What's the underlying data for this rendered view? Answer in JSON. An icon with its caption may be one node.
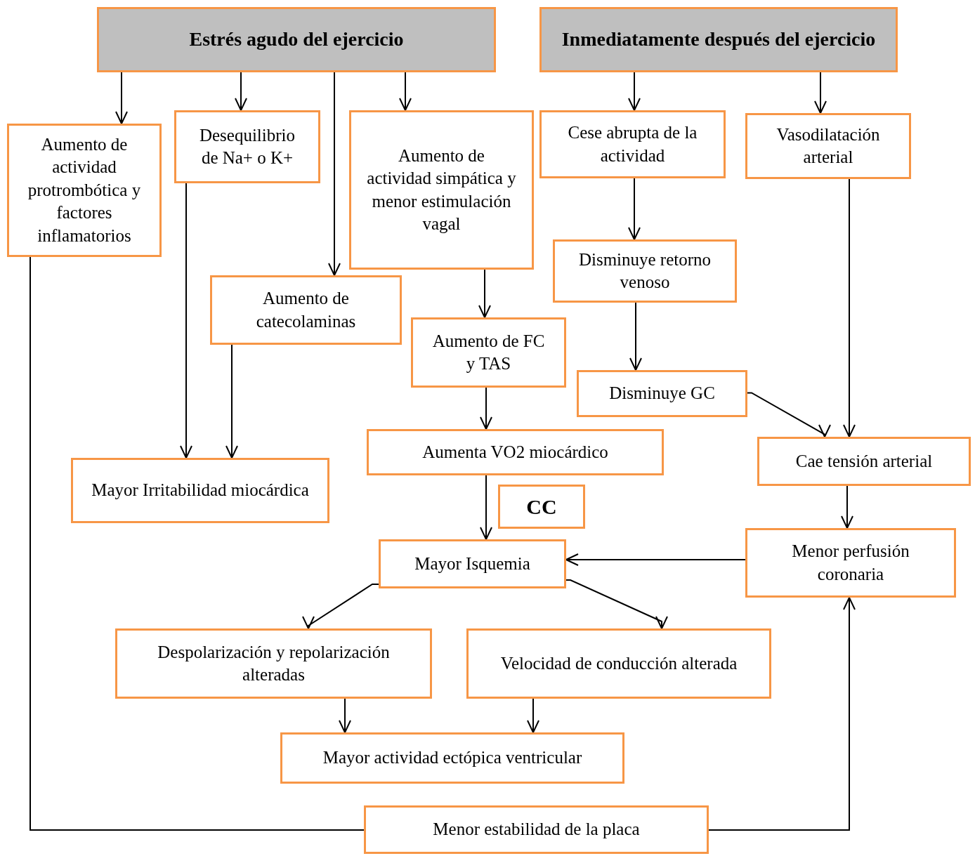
{
  "diagram": {
    "nodes": [
      {
        "text": [
          "Estrés agudo del ejercicio"
        ]
      },
      {
        "text": [
          "Inmediatamente después del ejercicio"
        ]
      },
      {
        "text": [
          "Aumento de actividad protrombótica y factores inflamatorios"
        ]
      },
      {
        "text": [
          "Desequilibrio de Na+ o K+"
        ]
      },
      {
        "text": [
          "Aumento de actividad simpática y menor estimulación vagal"
        ]
      },
      {
        "text": [
          "Cese abrupta de la actividad"
        ]
      },
      {
        "text": [
          "Vasodilatación arterial"
        ]
      },
      {
        "text": [
          "Aumento de catecolaminas"
        ]
      },
      {
        "text": [
          "Disminuye retorno venoso"
        ]
      },
      {
        "text": [
          "Aumento de FC y TAS"
        ]
      },
      {
        "text": [
          "Disminuye  GC"
        ]
      },
      {
        "text": [
          "Aumenta  VO2 miocárdico"
        ]
      },
      {
        "text": [
          "Cae tensión arterial"
        ]
      },
      {
        "text": [
          "Mayor Irritabilidad miocárdica"
        ]
      },
      {
        "text": [
          "CC"
        ]
      },
      {
        "text": [
          "Mayor Isquemia"
        ]
      },
      {
        "text": [
          "Menor perfusión coronaria"
        ]
      },
      {
        "text": [
          "Despolarización y repolarización alteradas"
        ]
      },
      {
        "text": [
          "Velocidad de conducción alterada"
        ]
      },
      {
        "text": [
          "Mayor actividad ectópica ventricular"
        ]
      },
      {
        "text": [
          "Menor estabilidad de la placa"
        ]
      }
    ],
    "edges": [
      {
        "from": 0,
        "to": 2,
        "arrow": "to"
      },
      {
        "from": 0,
        "to": 3,
        "arrow": "to"
      },
      {
        "from": 0,
        "to": 7,
        "arrow": "to"
      },
      {
        "from": 0,
        "to": 4,
        "arrow": "to"
      },
      {
        "from": 1,
        "to": 5,
        "arrow": "to"
      },
      {
        "from": 1,
        "to": 6,
        "arrow": "to"
      },
      {
        "from": 3,
        "to": 13,
        "arrow": "to"
      },
      {
        "from": 7,
        "to": 13,
        "arrow": "to"
      },
      {
        "from": 4,
        "to": 9,
        "arrow": "to"
      },
      {
        "from": 5,
        "to": 8,
        "arrow": "to"
      },
      {
        "from": 8,
        "to": 10,
        "arrow": "to"
      },
      {
        "from": 9,
        "to": 11,
        "arrow": "to"
      },
      {
        "from": 10,
        "to": 12,
        "arrow": "to"
      },
      {
        "from": 6,
        "to": 12,
        "arrow": "to"
      },
      {
        "from": 12,
        "to": 16,
        "arrow": "to"
      },
      {
        "from": 11,
        "to": 15,
        "arrow": "to"
      },
      {
        "from": 16,
        "to": 15,
        "arrow": "to"
      },
      {
        "from": 15,
        "to": 17,
        "arrow": "to"
      },
      {
        "from": 15,
        "to": 18,
        "arrow": "to"
      },
      {
        "from": 17,
        "to": 19,
        "arrow": "to"
      },
      {
        "from": 18,
        "to": 19,
        "arrow": "to"
      },
      {
        "from": 2,
        "to": 20,
        "arrow": "none"
      },
      {
        "from": 20,
        "to": 16,
        "arrow": "to"
      }
    ]
  }
}
